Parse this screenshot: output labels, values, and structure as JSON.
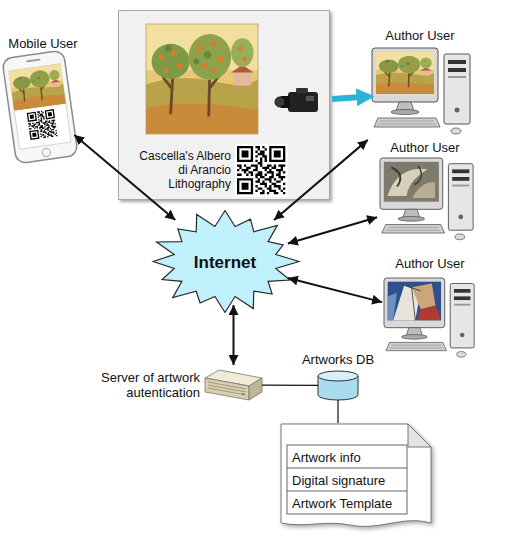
{
  "diagram": {
    "nodes": [
      {
        "text": [
          "Mobile User"
        ]
      },
      {
        "text": [
          "Cascella's Albero di Arancio Lithography"
        ]
      },
      {
        "text": [
          "Author User"
        ]
      },
      {
        "text": [
          "Author User"
        ]
      },
      {
        "text": [
          "Author User"
        ]
      },
      {
        "text": [
          "Internet"
        ]
      },
      {
        "text": [
          "Server of artwork autentication"
        ]
      },
      {
        "text": [
          "Artworks DB"
        ]
      },
      {
        "text": [
          "Artwork info",
          "Digital signature",
          "Artwork Template"
        ]
      }
    ],
    "edges": [
      {
        "from": 0,
        "to": 5,
        "arrow": "both"
      },
      {
        "from": 1,
        "to": 2,
        "arrow": "to"
      },
      {
        "from": 2,
        "to": 5,
        "arrow": "both"
      },
      {
        "from": 3,
        "to": 5,
        "arrow": "both"
      },
      {
        "from": 4,
        "to": 5,
        "arrow": "both"
      },
      {
        "from": 5,
        "to": 6,
        "arrow": "both"
      },
      {
        "from": 6,
        "to": 7,
        "arrow": "none"
      },
      {
        "from": 7,
        "to": 8,
        "arrow": "none"
      }
    ]
  }
}
